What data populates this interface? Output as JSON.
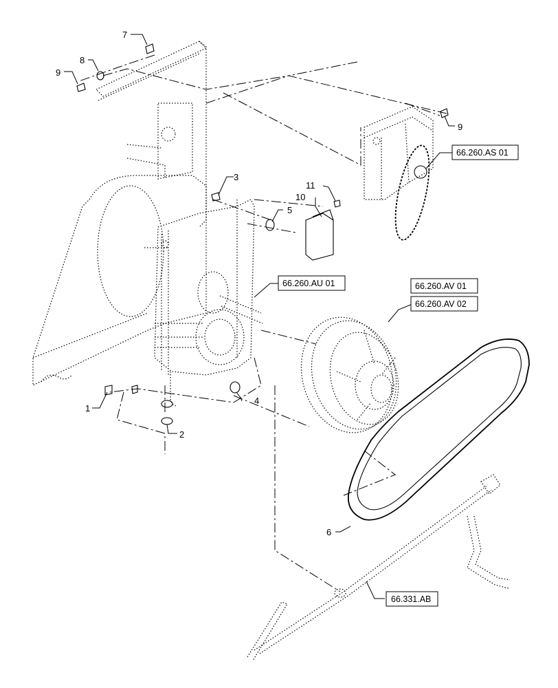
{
  "callouts": [
    {
      "id": "c1",
      "label": "1"
    },
    {
      "id": "c2",
      "label": "2"
    },
    {
      "id": "c3",
      "label": "3"
    },
    {
      "id": "c4",
      "label": "4"
    },
    {
      "id": "c5",
      "label": "5"
    },
    {
      "id": "c6",
      "label": "6"
    },
    {
      "id": "c7",
      "label": "7"
    },
    {
      "id": "c8",
      "label": "8"
    },
    {
      "id": "c9a",
      "label": "9"
    },
    {
      "id": "c9b",
      "label": "9"
    },
    {
      "id": "c10",
      "label": "10"
    },
    {
      "id": "c11",
      "label": "11"
    }
  ],
  "references": [
    {
      "id": "r_as01",
      "label": "66.260.AS 01"
    },
    {
      "id": "r_au01",
      "label": "66.260.AU 01"
    },
    {
      "id": "r_av01",
      "label": "66.260.AV 01"
    },
    {
      "id": "r_av02",
      "label": "66.260.AV 02"
    },
    {
      "id": "r_ab",
      "label": "66.331.AB"
    }
  ]
}
